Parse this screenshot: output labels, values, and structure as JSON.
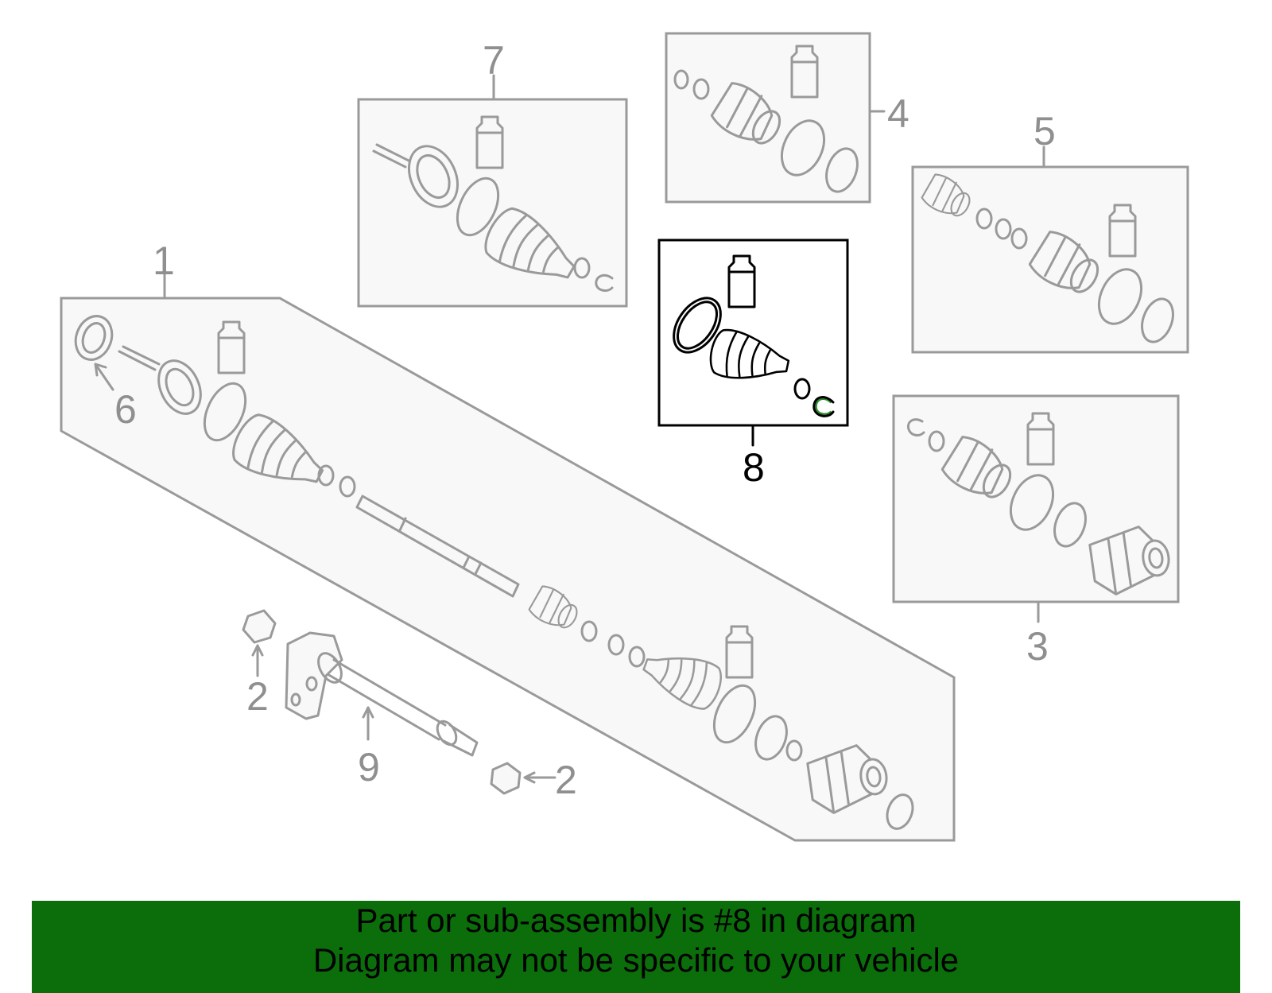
{
  "diagram": {
    "callouts": [
      {
        "id": "1",
        "text": "1"
      },
      {
        "id": "2a",
        "text": "2"
      },
      {
        "id": "2b",
        "text": "2"
      },
      {
        "id": "3",
        "text": "3"
      },
      {
        "id": "4",
        "text": "4"
      },
      {
        "id": "5",
        "text": "5"
      },
      {
        "id": "6",
        "text": "6"
      },
      {
        "id": "7",
        "text": "7"
      },
      {
        "id": "8",
        "text": "8"
      },
      {
        "id": "9",
        "text": "9"
      }
    ],
    "highlighted_part": "8",
    "colors": {
      "highlight": "#000000",
      "other_parts": "#9a9a9a",
      "clip_accent": "#2e8b2e"
    }
  },
  "banner": {
    "line1": "Part or sub-assembly is #8 in diagram",
    "line2": "Diagram may not be specific to your vehicle",
    "background": "#0b6e0b"
  }
}
